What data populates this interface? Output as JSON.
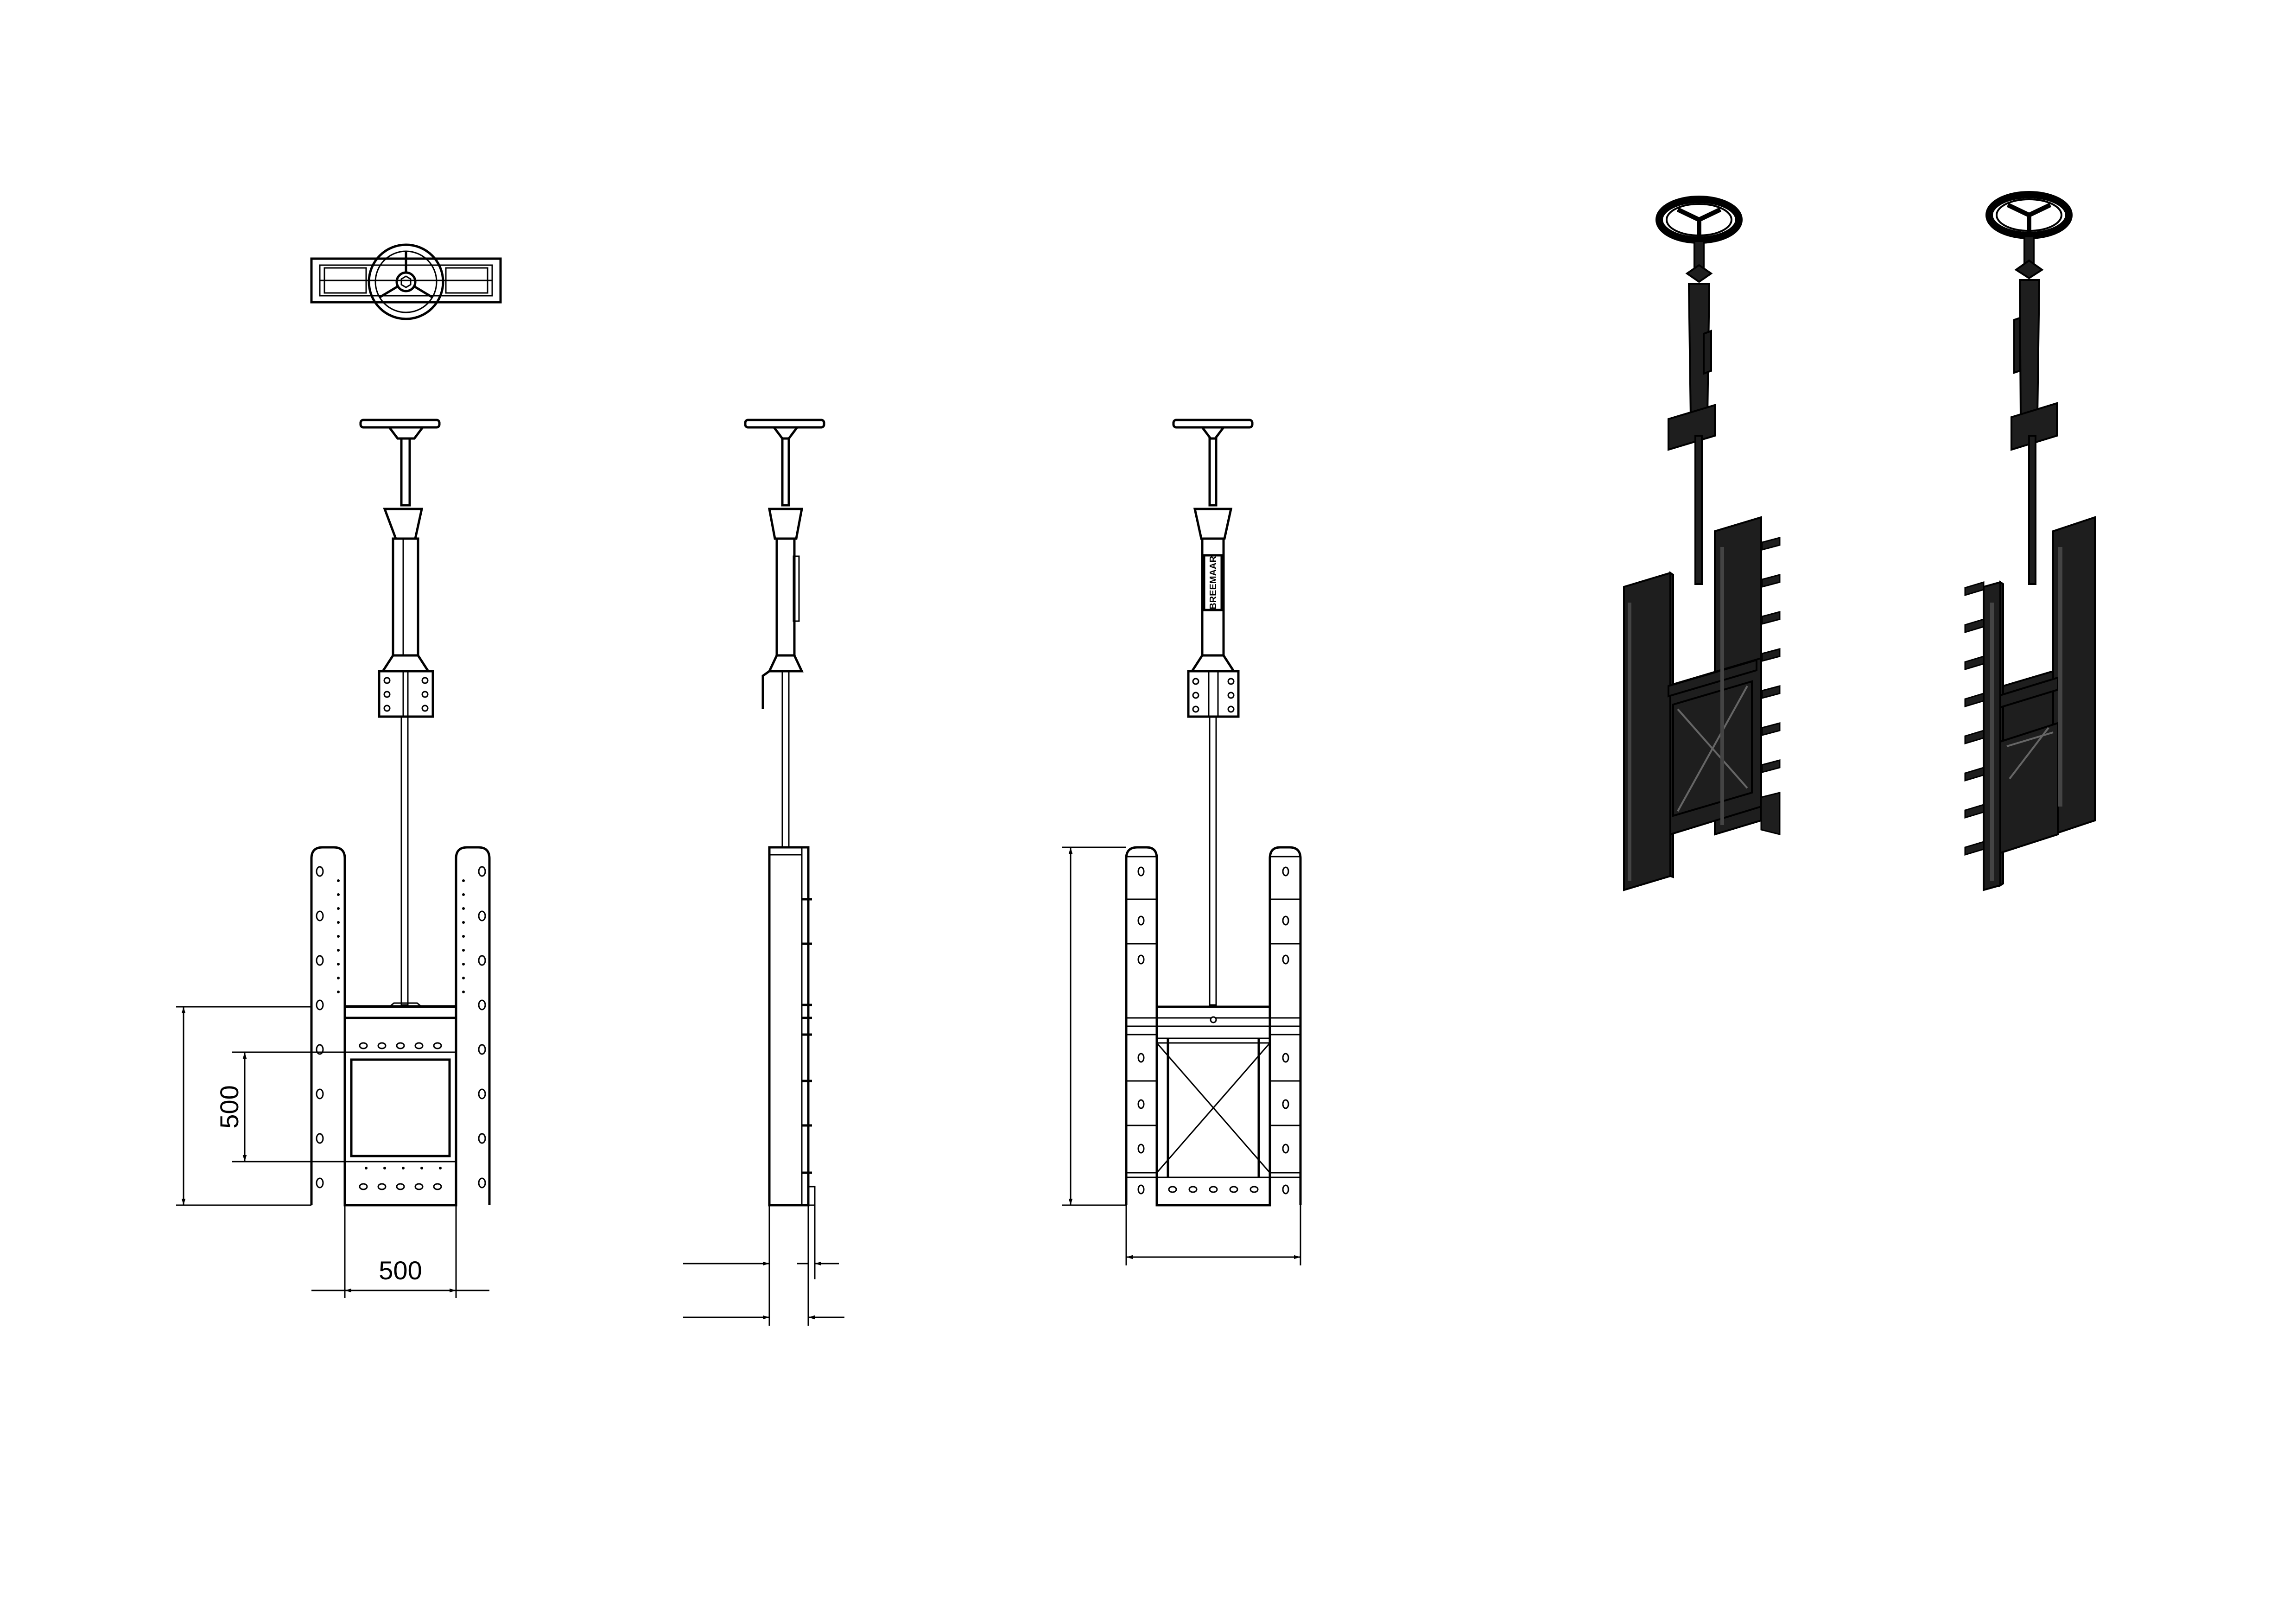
{
  "dimensions": {
    "front_height": "500",
    "front_width": "500"
  },
  "label_plate": "BREEMAAR"
}
